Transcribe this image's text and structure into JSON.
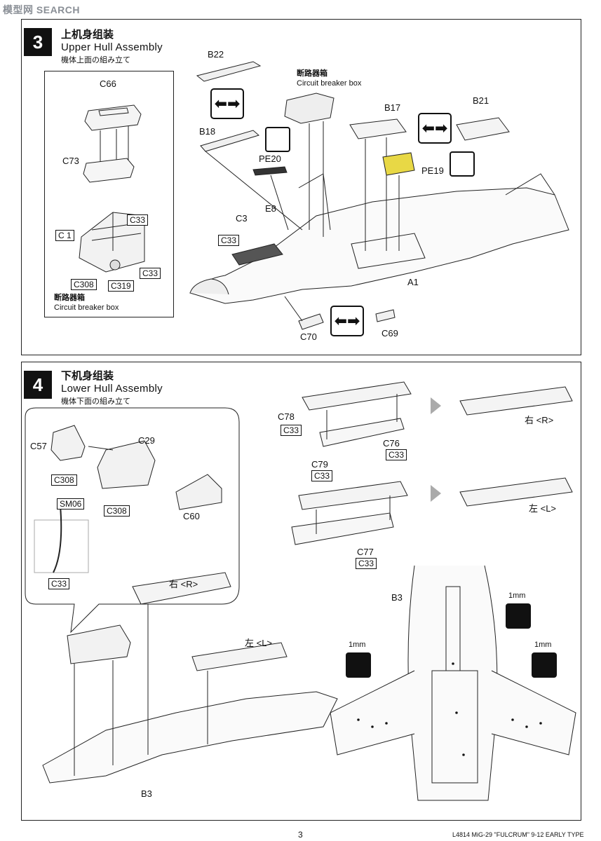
{
  "watermark": "模型网 SEARCH",
  "step3": {
    "number": "3",
    "title_cn": "上机身组装",
    "title_en": "Upper Hull Assembly",
    "title_jp": "機体上面の組み立て",
    "inset": {
      "parts": [
        "C66",
        "C73",
        "C 1",
        "C33",
        "C33",
        "C308",
        "C319"
      ],
      "caption_cn": "断路器箱",
      "caption_en": "Circuit breaker box"
    },
    "callout_cn": "断路器箱",
    "callout_en": "Circuit breaker box",
    "labels": {
      "b22": "B22",
      "b18": "B18",
      "pe20": "PE20",
      "c3": "C3",
      "e8": "E8",
      "c33": "C33",
      "b17": "B17",
      "b21": "B21",
      "pe19": "PE19",
      "a1": "A1",
      "c70": "C70",
      "c69": "C69"
    }
  },
  "step4": {
    "number": "4",
    "title_cn": "下机身组装",
    "title_en": "Lower Hull Assembly",
    "title_jp": "機体下面の組み立て",
    "labels": {
      "c57": "C57",
      "c29": "C29",
      "c308a": "C308",
      "c308b": "C308",
      "c60": "C60",
      "sm06": "SM06",
      "c33a": "C33",
      "c78": "C78",
      "c33b": "C33",
      "c76": "C76",
      "c33c": "C33",
      "c79": "C79",
      "c33d": "C33",
      "c77": "C77",
      "c33e": "C33",
      "right": "右 <R>",
      "left": "左 <L>",
      "right2": "右 <R>",
      "left2": "左 <L>",
      "b3a": "B3",
      "b3b": "B3",
      "drill1": "1mm",
      "drill2": "1mm",
      "drill3": "1mm"
    }
  },
  "footer": {
    "page": "3",
    "product": "L4814 MiG-29 \"FULCRUM\"  9-12 EARLY TYPE"
  }
}
